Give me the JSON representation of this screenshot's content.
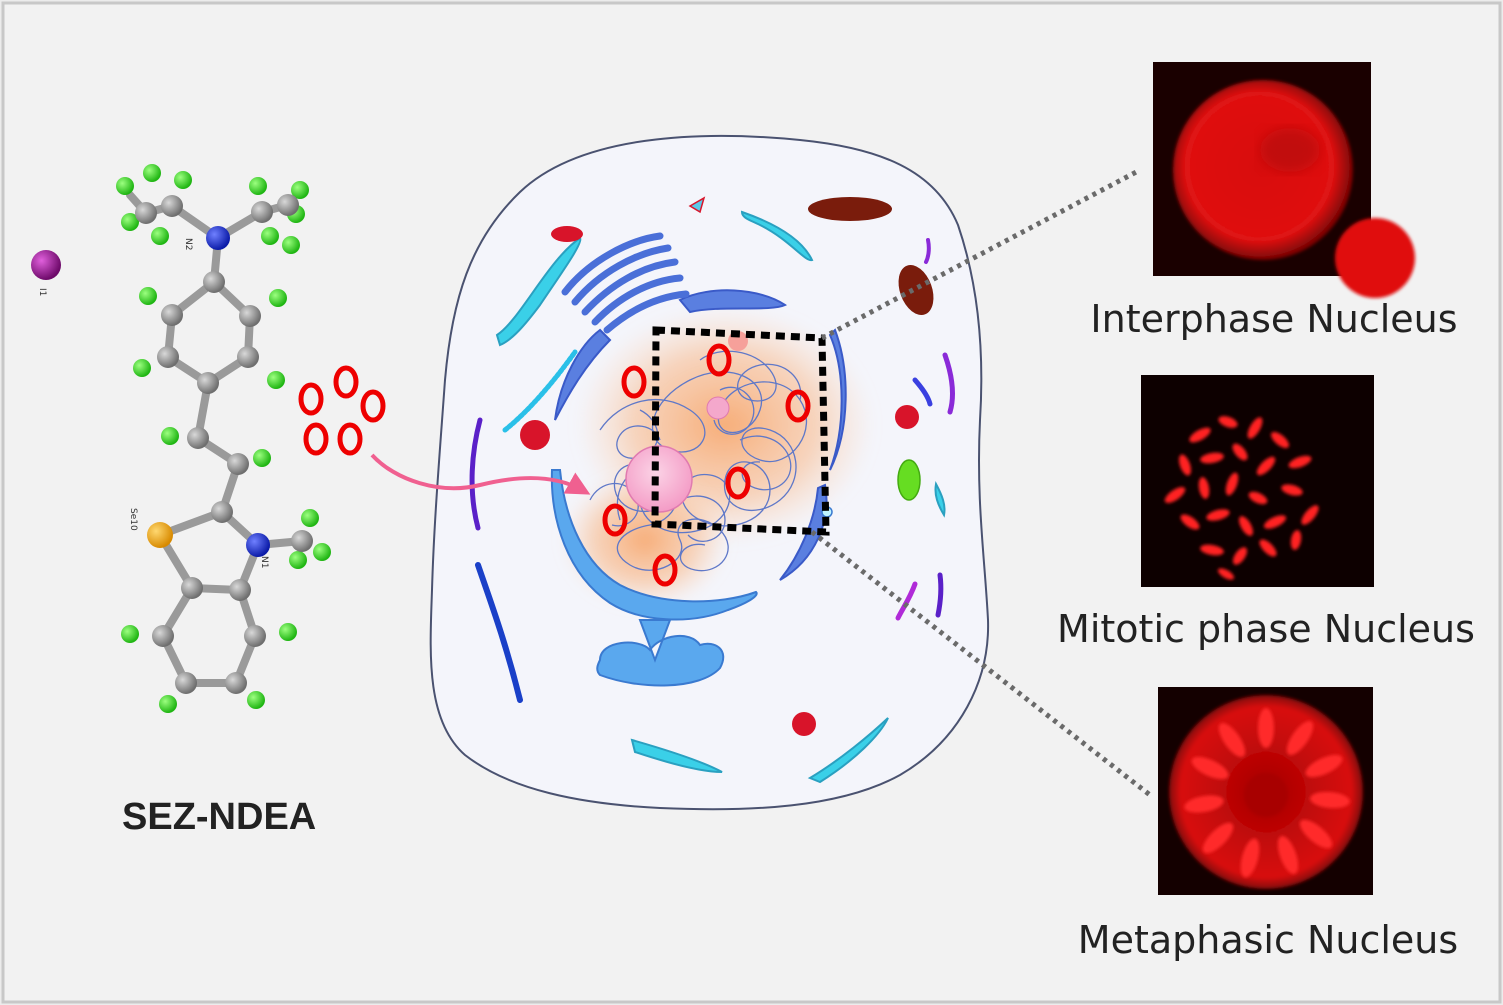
{
  "compound": {
    "name": "SEZ-NDEA",
    "atom_tags": [
      "I1",
      "N2",
      "Se10",
      "N1"
    ]
  },
  "panels": [
    {
      "caption": "Interphase Nucleus",
      "style": "interphase"
    },
    {
      "caption": "Mitotic phase Nucleus",
      "style": "mitotic"
    },
    {
      "caption": "Metaphasic Nucleus",
      "style": "metaphase"
    }
  ],
  "colors": {
    "background": "#ececec",
    "carbon": "#8a8a8a",
    "hydrogen": "#33dd22",
    "nitrogen": "#1a2fd6",
    "selenium": "#f0a818",
    "iodine": "#a0199a",
    "probe_ring": "#ee0000",
    "arrow": "#f06090",
    "cell_fill": "#f4f5fb",
    "nucleus_glow": "#f7a060",
    "fluorescence": "#ff1a1a"
  }
}
